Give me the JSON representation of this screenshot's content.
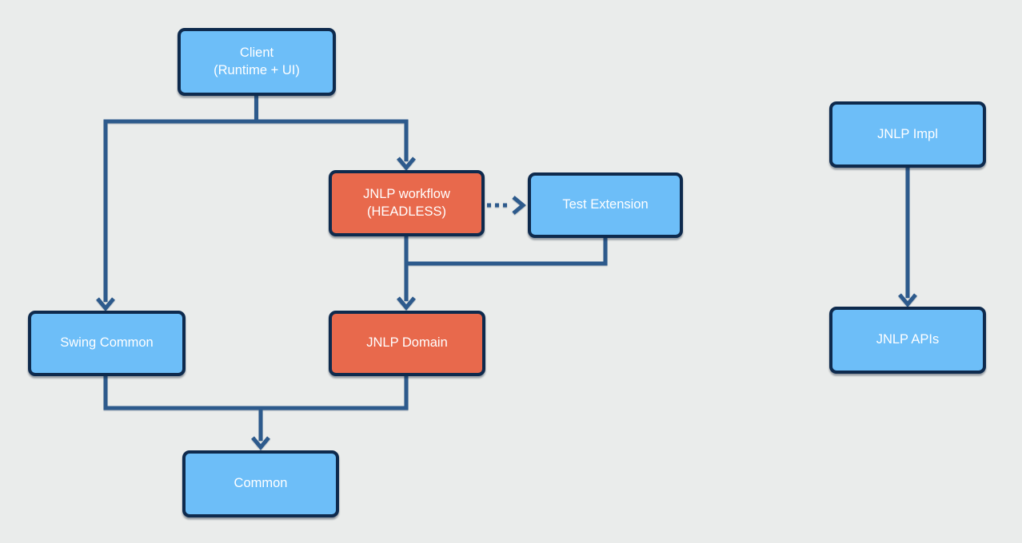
{
  "diagram": {
    "nodes": {
      "client": {
        "lines": [
          "Client",
          "(Runtime + UI)"
        ],
        "color": "blue"
      },
      "jnlp_workflow": {
        "lines": [
          "JNLP workflow",
          "(HEADLESS)"
        ],
        "color": "orange"
      },
      "test_extension": {
        "lines": [
          "Test Extension"
        ],
        "color": "blue"
      },
      "swing_common": {
        "lines": [
          "Swing Common"
        ],
        "color": "blue"
      },
      "jnlp_domain": {
        "lines": [
          "JNLP Domain"
        ],
        "color": "orange"
      },
      "common": {
        "lines": [
          "Common"
        ],
        "color": "blue"
      },
      "jnlp_impl": {
        "lines": [
          "JNLP Impl"
        ],
        "color": "blue"
      },
      "jnlp_apis": {
        "lines": [
          "JNLP APIs"
        ],
        "color": "blue"
      }
    },
    "edges": [
      {
        "from": "Client (Runtime + UI)",
        "to": "Swing Common",
        "style": "solid-arrow"
      },
      {
        "from": "Client (Runtime + UI)",
        "to": "JNLP workflow (HEADLESS)",
        "style": "solid-arrow"
      },
      {
        "from": "JNLP workflow (HEADLESS)",
        "to": "Test Extension",
        "style": "dotted-arrow"
      },
      {
        "from": "JNLP workflow (HEADLESS)",
        "to": "JNLP Domain",
        "style": "solid-arrow"
      },
      {
        "from": "Test Extension",
        "to": "JNLP Domain",
        "style": "solid-line-joins-trunk"
      },
      {
        "from": "Swing Common",
        "to": "Common",
        "style": "solid-line-joins-trunk"
      },
      {
        "from": "JNLP Domain",
        "to": "Common",
        "style": "solid-arrow"
      },
      {
        "from": "JNLP Impl",
        "to": "JNLP APIs",
        "style": "solid-arrow"
      }
    ],
    "colors": {
      "background": "#eaeceb",
      "node_blue": "#6dbef8",
      "node_orange": "#e8694c",
      "node_border": "#0e2a4d",
      "node_text": "#ffffff",
      "edge": "#2d5a8c"
    }
  }
}
